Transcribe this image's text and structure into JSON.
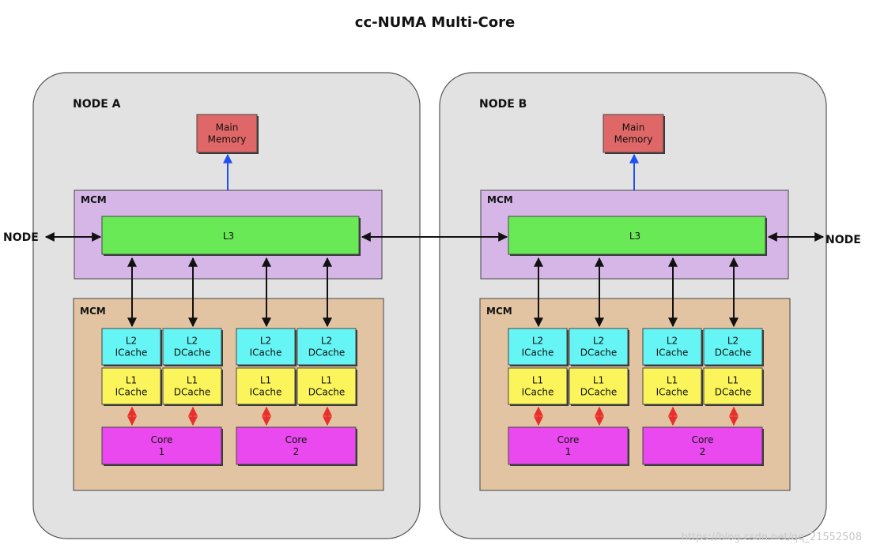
{
  "title": "cc-NUMA Multi-Core",
  "colors": {
    "node_bg": "#e2e2e2",
    "mcm_l3_bg": "#d6b6e6",
    "mcm_core_bg": "#e3c4a2",
    "memory": "#e06767",
    "l3": "#6ae957",
    "l2": "#66f5f5",
    "l1": "#fbf55b",
    "core": "#e949ee",
    "memory_arrow": "#1f4ff5",
    "core_arrow": "#e8302a"
  },
  "nodes": [
    {
      "label": "NODE A",
      "memory": [
        "Main",
        "Memory"
      ],
      "mcm_top": "MCM",
      "l3": "L3",
      "mcm_bottom": "MCM",
      "groups": [
        {
          "l2": [
            [
              "L2",
              "ICache"
            ],
            [
              "L2",
              "DCache"
            ]
          ],
          "l1": [
            [
              "L1",
              "ICache"
            ],
            [
              "L1",
              "DCache"
            ]
          ],
          "core": [
            "Core",
            "1"
          ]
        },
        {
          "l2": [
            [
              "L2",
              "ICache"
            ],
            [
              "L2",
              "DCache"
            ]
          ],
          "l1": [
            [
              "L1",
              "ICache"
            ],
            [
              "L1",
              "DCache"
            ]
          ],
          "core": [
            "Core",
            "2"
          ]
        }
      ]
    },
    {
      "label": "NODE B",
      "memory": [
        "Main",
        "Memory"
      ],
      "mcm_top": "MCM",
      "l3": "L3",
      "mcm_bottom": "MCM",
      "groups": [
        {
          "l2": [
            [
              "L2",
              "ICache"
            ],
            [
              "L2",
              "DCache"
            ]
          ],
          "l1": [
            [
              "L1",
              "ICache"
            ],
            [
              "L1",
              "DCache"
            ]
          ],
          "core": [
            "Core",
            "1"
          ]
        },
        {
          "l2": [
            [
              "L2",
              "ICache"
            ],
            [
              "L2",
              "DCache"
            ]
          ],
          "l1": [
            [
              "L1",
              "ICache"
            ],
            [
              "L1",
              "DCache"
            ]
          ],
          "core": [
            "Core",
            "2"
          ]
        }
      ]
    }
  ],
  "external": {
    "left": "NODE",
    "right": "NODE"
  },
  "watermark": "https://blog.csdn.net/qq_21552508"
}
